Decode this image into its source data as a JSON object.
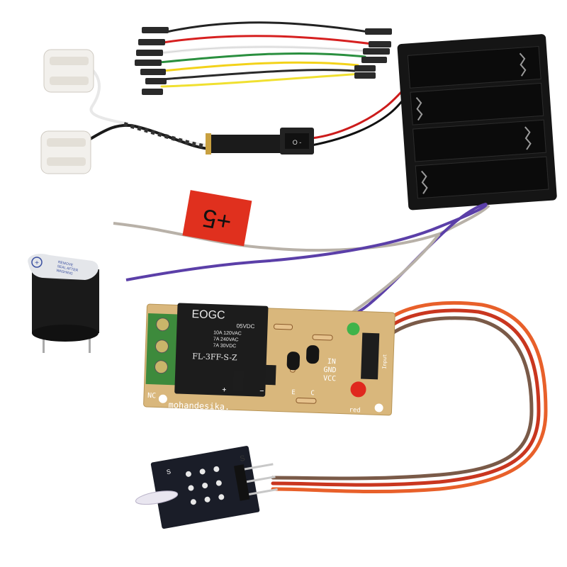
{
  "label_tag": {
    "text": "+5"
  },
  "buzzer": {
    "seal_text": [
      "REMOVE",
      "SEAL AFTER",
      "WASHING"
    ],
    "symbol": "+"
  },
  "switch": {
    "label": "O -"
  },
  "relay": {
    "brand": "EOGC",
    "coil": "05VDC",
    "ratings": [
      "10A 120VAC",
      "7A  240VAC",
      "7A   30VDC"
    ],
    "model": "FL-3FF-S-Z"
  },
  "board": {
    "silkscreen": "mohandesika.",
    "pins": [
      "IN",
      "GND",
      "VCC"
    ],
    "terminal_label": "NC",
    "plus": "+",
    "minus": "−",
    "transistor_labels": [
      "E",
      "C"
    ],
    "led_label": "red",
    "header_label": "Input"
  },
  "laser_module": {
    "pin_label": "S",
    "board_label": "S"
  },
  "colors": {
    "pcb": "#d9b77c",
    "relay_body": "#1c1c1c",
    "terminal": "#3d8a3c",
    "label_red": "#e0301e",
    "wire_purple": "#5b3fa8",
    "wire_gray": "#b8b1a8",
    "ribbon_orange": "#e8602a",
    "ribbon_red": "#c9361f",
    "ribbon_brown": "#7a5a48"
  }
}
